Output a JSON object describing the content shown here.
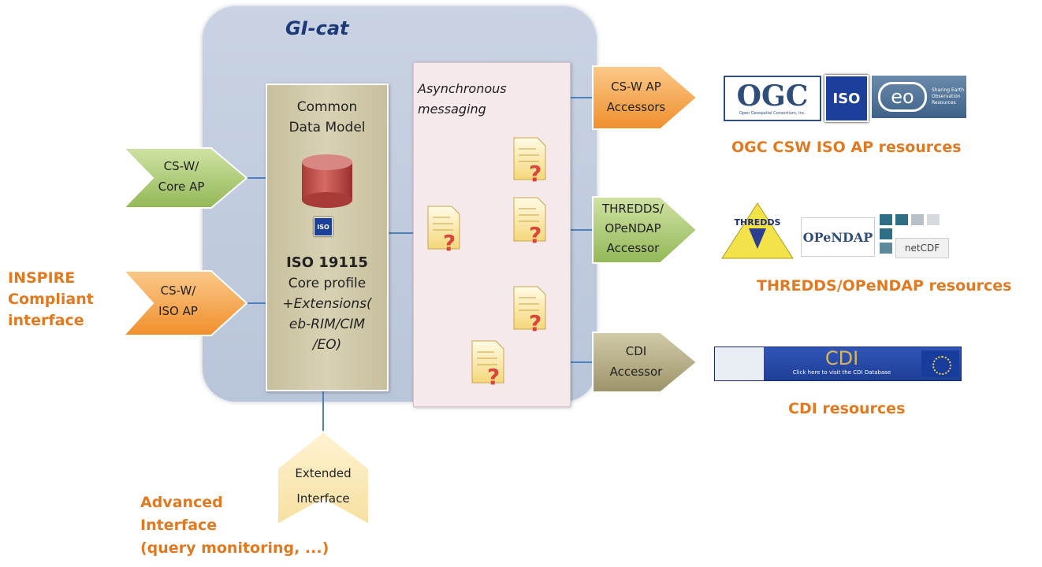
{
  "title": "GI-cat",
  "model": {
    "line1": "Common",
    "line2": "Data Model",
    "iso_badge": "ISO",
    "std1": "ISO 19115",
    "std2": "Core profile",
    "ext1": "+Extensions(",
    "ext2": "eb-RIM/CIM",
    "ext3": "/EO)"
  },
  "async": {
    "line1": "Asynchronous",
    "line2": "messaging",
    "dots": "..."
  },
  "inputs": [
    {
      "l1": "CS-W/",
      "l2": "Core AP"
    },
    {
      "l1": "CS-W/",
      "l2": "ISO AP"
    }
  ],
  "extended": {
    "l1": "Extended",
    "l2": "Interface"
  },
  "accessors": [
    {
      "l1": "CS-W AP",
      "l2": "Accessors",
      "l3": ""
    },
    {
      "l1": "THREDDS/",
      "l2": "OPeNDAP",
      "l3": "Accessor"
    },
    {
      "l1": "CDI",
      "l2": "Accessor",
      "l3": ""
    }
  ],
  "left_labels": {
    "inspire": [
      "INSPIRE",
      "Compliant",
      "interface"
    ],
    "advanced": [
      "Advanced",
      "Interface",
      "(query monitoring, ...)"
    ]
  },
  "resources": {
    "ogc": "OGC CSW ISO AP resources",
    "thredds": "THREDDS/OPeNDAP resources",
    "cdi": "CDI resources"
  },
  "logos": {
    "ogc": "OGC",
    "ogc_sub": "Open Geospatial Consortium, Inc.",
    "iso": "ISO",
    "eo": "eo",
    "eo_sub": "Sharing Earth Observation Resources",
    "thredds": "THREDDS",
    "opendap": "OPeNDAP",
    "netcdf": "netCDF",
    "cdi": "CDI",
    "cdi_sub": "Click here to visit the CDI Database"
  },
  "colors": {
    "orange": "#e07a22",
    "green_arrow": "#a9c86b",
    "orange_arrow": "#f7a54a",
    "khaki_arrow": "#b3aa80",
    "connector": "#4f81bd",
    "db": "#c0504d"
  }
}
